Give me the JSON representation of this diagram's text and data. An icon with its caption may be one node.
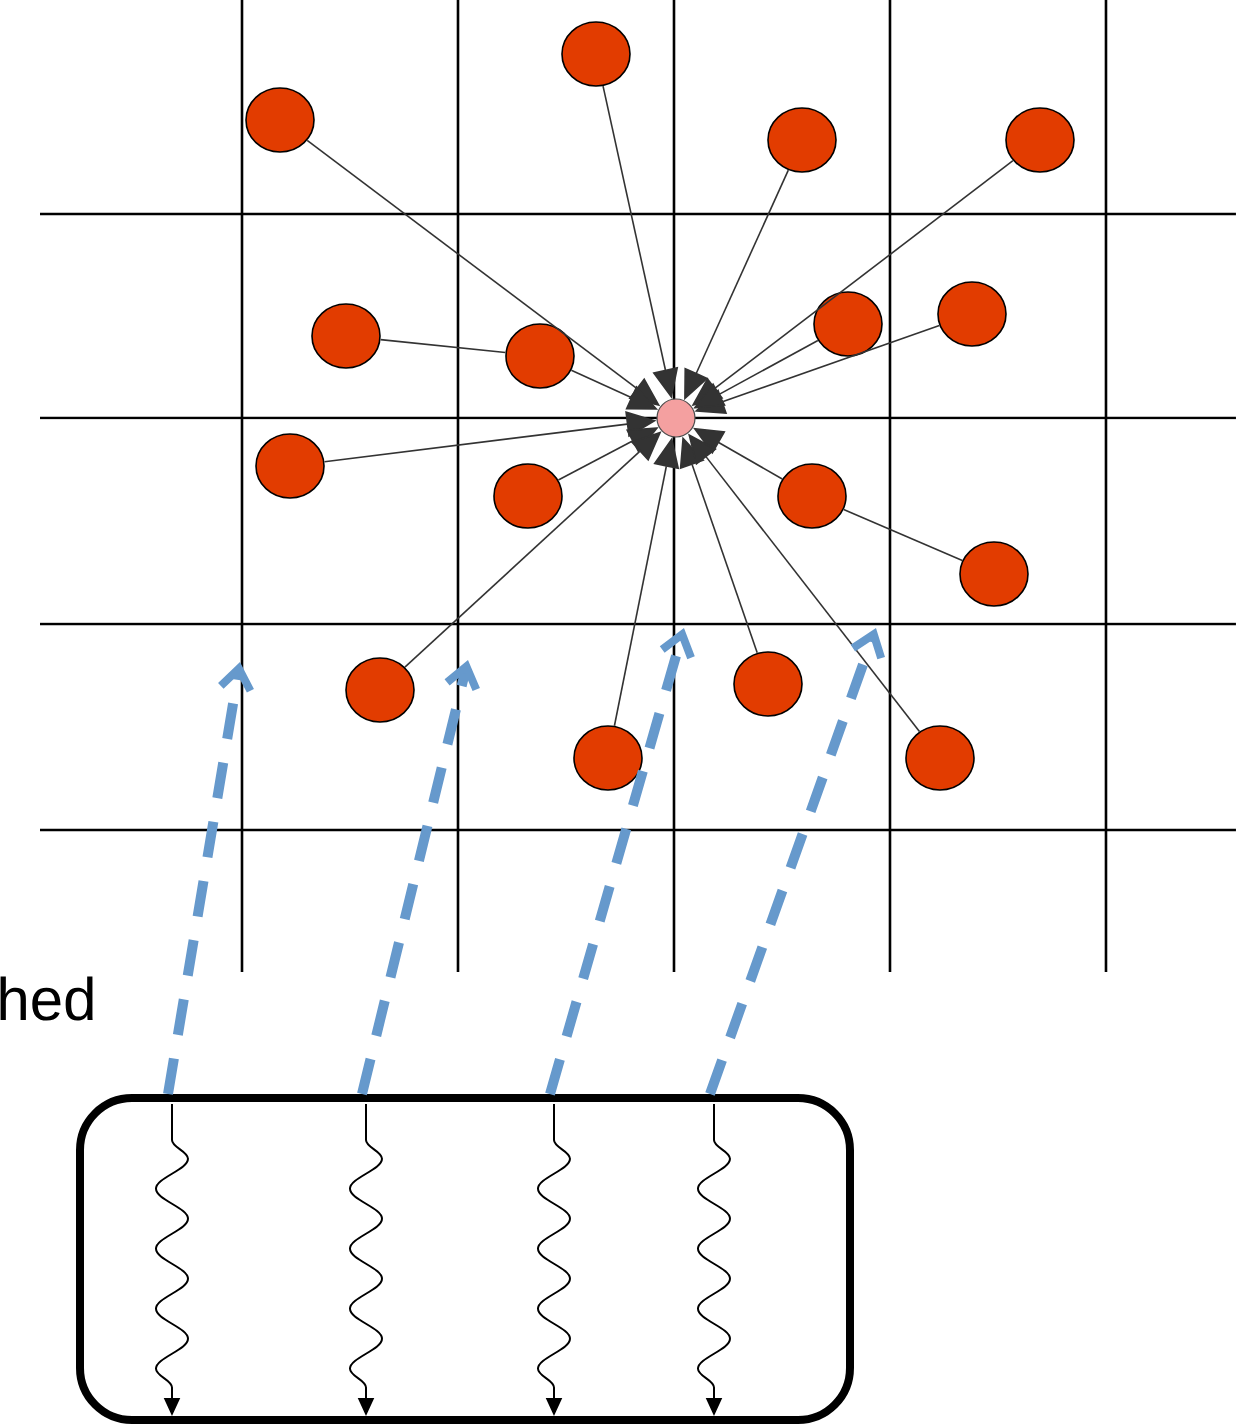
{
  "diagram": {
    "nodes": [
      {
        "text": [],
        "shape": "circle"
      },
      {
        "text": [],
        "shape": "circle"
      },
      {
        "text": [],
        "shape": "circle"
      },
      {
        "text": [],
        "shape": "circle"
      },
      {
        "text": [],
        "shape": "circle"
      },
      {
        "text": [],
        "shape": "circle"
      },
      {
        "text": [],
        "shape": "circle"
      },
      {
        "text": [],
        "shape": "circle"
      },
      {
        "text": [],
        "shape": "circle"
      },
      {
        "text": [],
        "shape": "circle"
      },
      {
        "text": [],
        "shape": "circle"
      },
      {
        "text": [],
        "shape": "circle"
      },
      {
        "text": [],
        "shape": "circle"
      },
      {
        "text": [],
        "shape": "circle"
      },
      {
        "text": [],
        "shape": "circle"
      },
      {
        "text": [],
        "shape": "circle"
      },
      {
        "text": [],
        "shape": "circle"
      },
      {
        "text": [],
        "shape": "box"
      }
    ],
    "edges": [
      {
        "from": 0,
        "to": 8,
        "arrow": "to"
      },
      {
        "from": 1,
        "to": 8,
        "arrow": "to"
      },
      {
        "from": 2,
        "to": 8,
        "arrow": "to"
      },
      {
        "from": 3,
        "to": 8,
        "arrow": "to"
      },
      {
        "from": 4,
        "to": 8,
        "arrow": "to"
      },
      {
        "from": 5,
        "to": 8,
        "arrow": "to"
      },
      {
        "from": 6,
        "to": 7,
        "arrow": "none"
      },
      {
        "from": 7,
        "to": 8,
        "arrow": "to"
      },
      {
        "from": 9,
        "to": 8,
        "arrow": "to"
      },
      {
        "from": 10,
        "to": 8,
        "arrow": "to"
      },
      {
        "from": 12,
        "to": 11,
        "arrow": "none"
      },
      {
        "from": 11,
        "to": 8,
        "arrow": "to"
      },
      {
        "from": 13,
        "to": 8,
        "arrow": "to"
      },
      {
        "from": 14,
        "to": 8,
        "arrow": "to"
      },
      {
        "from": 15,
        "to": 8,
        "arrow": "to"
      },
      {
        "from": 16,
        "to": 8,
        "arrow": "to"
      },
      {
        "from": 17,
        "to": null,
        "arrow": "to",
        "style": "dashed",
        "color": "#6699cc"
      },
      {
        "from": 17,
        "to": null,
        "arrow": "to",
        "style": "dashed",
        "color": "#6699cc"
      },
      {
        "from": 17,
        "to": null,
        "arrow": "to",
        "style": "dashed",
        "color": "#6699cc"
      },
      {
        "from": 17,
        "to": null,
        "arrow": "to",
        "style": "dashed",
        "color": "#6699cc"
      }
    ],
    "labels": [
      "hed"
    ]
  }
}
